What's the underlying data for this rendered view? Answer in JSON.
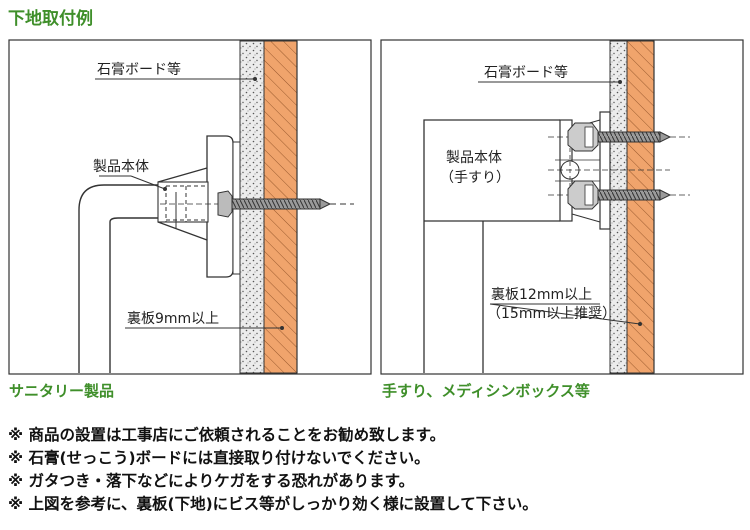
{
  "title": "下地取付例",
  "left": {
    "caption": "サニタリー製品",
    "label_board": "石膏ボード等",
    "label_body": "製品本体",
    "label_backing": "裏板9mm以上"
  },
  "right": {
    "caption": "手すり、メディシンボックス等",
    "label_board": "石膏ボード等",
    "label_body_1": "製品本体",
    "label_body_2": "（手すり）",
    "label_backing_1": "裏板12mm以上",
    "label_backing_2": "（15mm以上推奨）"
  },
  "notes": [
    "※ 商品の設置は工事店にご依頼されることをお勧め致します。",
    "※ 石膏(せっこう)ボードには直接取り付けないでください。",
    "※ ガタつき・落下などによりケガをする恐れがあります。",
    "※ 上図を参考に、裏板(下地)にビス等がしっかり効く様に設置して下さい。"
  ],
  "colors": {
    "accent_green": "#3f8f2a",
    "wood_orange": "#f0a46c",
    "plaster_gray": "#e9e9e9"
  }
}
